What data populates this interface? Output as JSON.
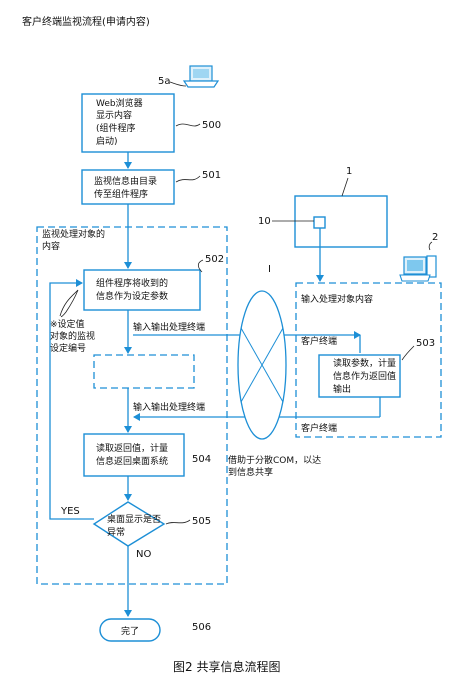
{
  "header": {
    "title": "客户终端监视流程(申请内容)"
  },
  "caption": "图2 共享信息流程图",
  "steps": {
    "s500": {
      "lines": [
        "Web浏览器",
        "显示内容",
        "(组件程序",
        "启动)"
      ],
      "ref": "500"
    },
    "s501": {
      "lines": [
        "监视信息由目录",
        "传至组件程序"
      ],
      "ref": "501"
    },
    "s502": {
      "lines": [
        "组件程序将收到的",
        "信息作为设定参数"
      ],
      "ref": "502"
    },
    "s504": {
      "lines": [
        "读取返回值，计量",
        "信息返回桌面系统"
      ],
      "ref": "504"
    },
    "s505": {
      "lines": [
        "桌面显示是否",
        "异常"
      ],
      "ref": "505"
    },
    "s506": {
      "label": "完了",
      "ref": "506"
    },
    "s503": {
      "lines": [
        "读取参数，计量",
        "信息作为返回值",
        "输出"
      ],
      "ref": "503"
    }
  },
  "labels": {
    "ref_5a": "5a",
    "ref_1": "1",
    "ref_2": "2",
    "ref_10": "10",
    "ref_I": "I",
    "region_left": [
      "监视处理对象的",
      "内容"
    ],
    "note": [
      "※设定值",
      "对象的监视",
      "设定编号"
    ],
    "io_top": "输入输出处理终端",
    "io_bottom": "输入输出处理终端",
    "input_obj": "输入处理对象内容",
    "client_top": "客户终端",
    "client_bottom": "客户终端",
    "com_note": [
      "借助于分散COM，以达",
      "到信息共享"
    ],
    "yes": "YES",
    "no": "NO"
  }
}
